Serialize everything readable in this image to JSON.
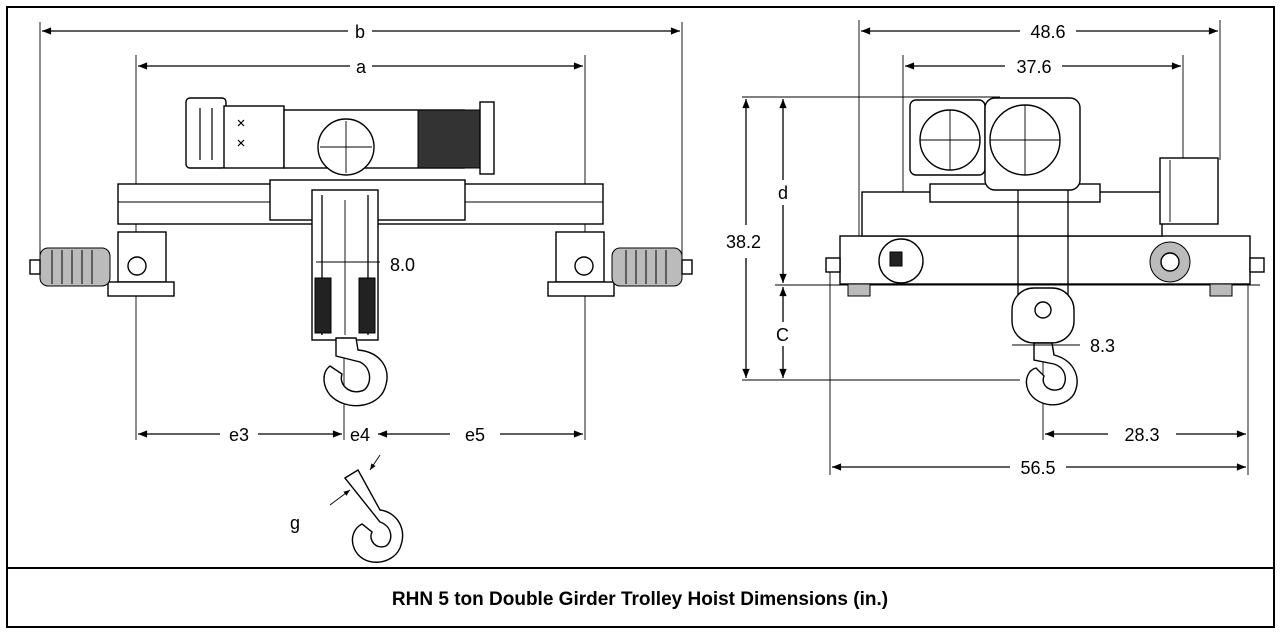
{
  "caption": "RHN 5 ton Double Girder Trolley Hoist Dimensions (in.)",
  "side_view": {
    "dim_b": "b",
    "dim_a": "a",
    "dim_8_0": "8.0",
    "dim_e3": "e3",
    "dim_e4": "e4",
    "dim_e5": "e5",
    "dim_g": "g"
  },
  "end_view": {
    "dim_48_6": "48.6",
    "dim_37_6": "37.6",
    "dim_d": "d",
    "dim_38_2": "38.2",
    "dim_C": "C",
    "dim_8_3": "8.3",
    "dim_28_3": "28.3",
    "dim_56_5": "56.5"
  }
}
